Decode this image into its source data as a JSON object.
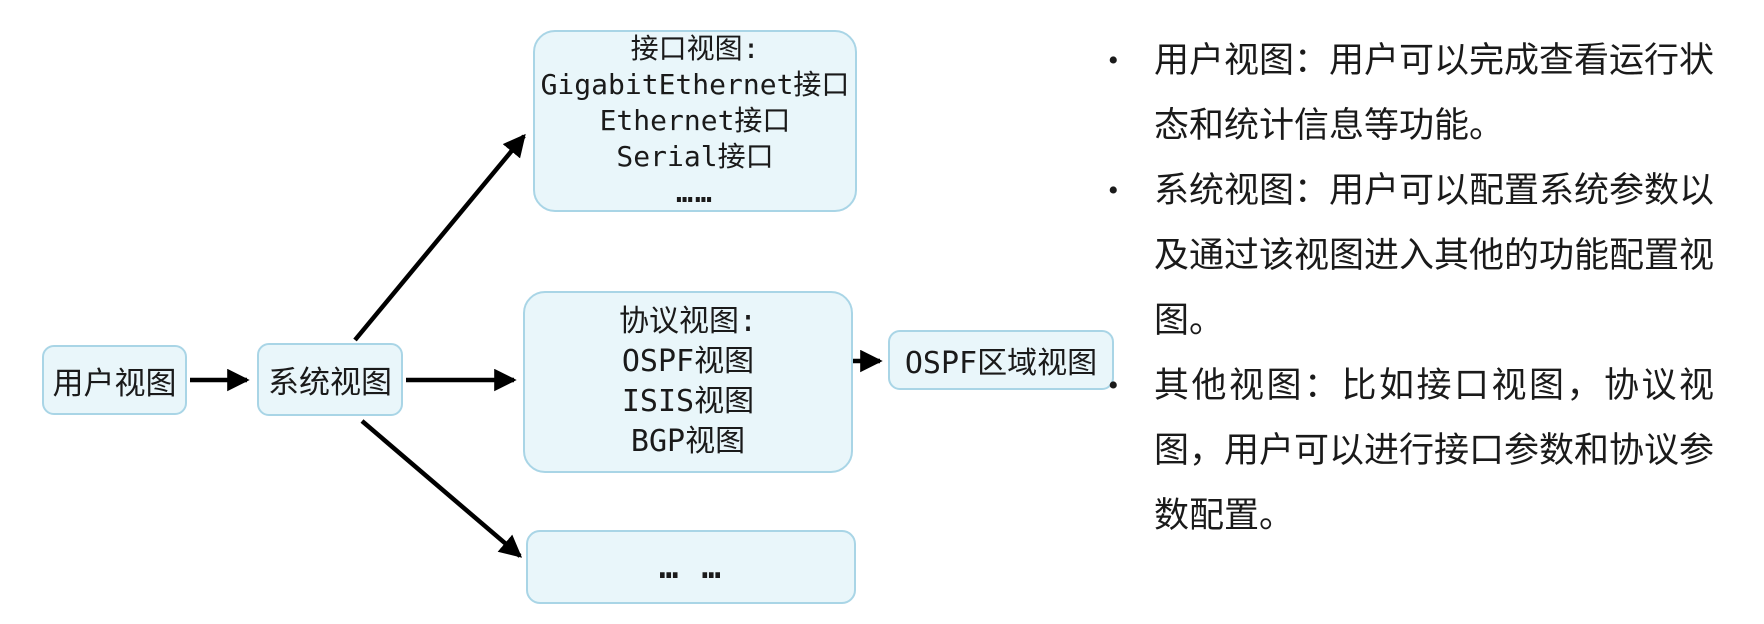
{
  "diagram": {
    "nodes": {
      "user_view": {
        "label": "用户视图"
      },
      "system_view": {
        "label": "系统视图"
      },
      "interface_view": {
        "lines": [
          "接口视图:",
          "GigabitEthernet接口",
          "Ethernet接口",
          "Serial接口",
          "……"
        ]
      },
      "protocol_view": {
        "lines": [
          "协议视图:",
          "OSPF视图",
          "ISIS视图",
          "BGP视图"
        ]
      },
      "other_views": {
        "label": "… …"
      },
      "ospf_area_view": {
        "label": "OSPF区域视图"
      }
    },
    "colors": {
      "node_fill": "#e9f6fa",
      "node_border": "#a9d5e6",
      "arrow": "#000000",
      "text": "#1a1a1a"
    }
  },
  "notes": {
    "bullet_glyph": "•",
    "bullets": [
      {
        "text": "用户视图：用户可以完成查看运行状态和统计信息等功能。"
      },
      {
        "text": "系统视图：用户可以配置系统参数以及通过该视图进入其他的功能配置视图。"
      },
      {
        "text": "其他视图：比如接口视图，协议视图，用户可以进行接口参数和协议参数配置。"
      }
    ]
  }
}
